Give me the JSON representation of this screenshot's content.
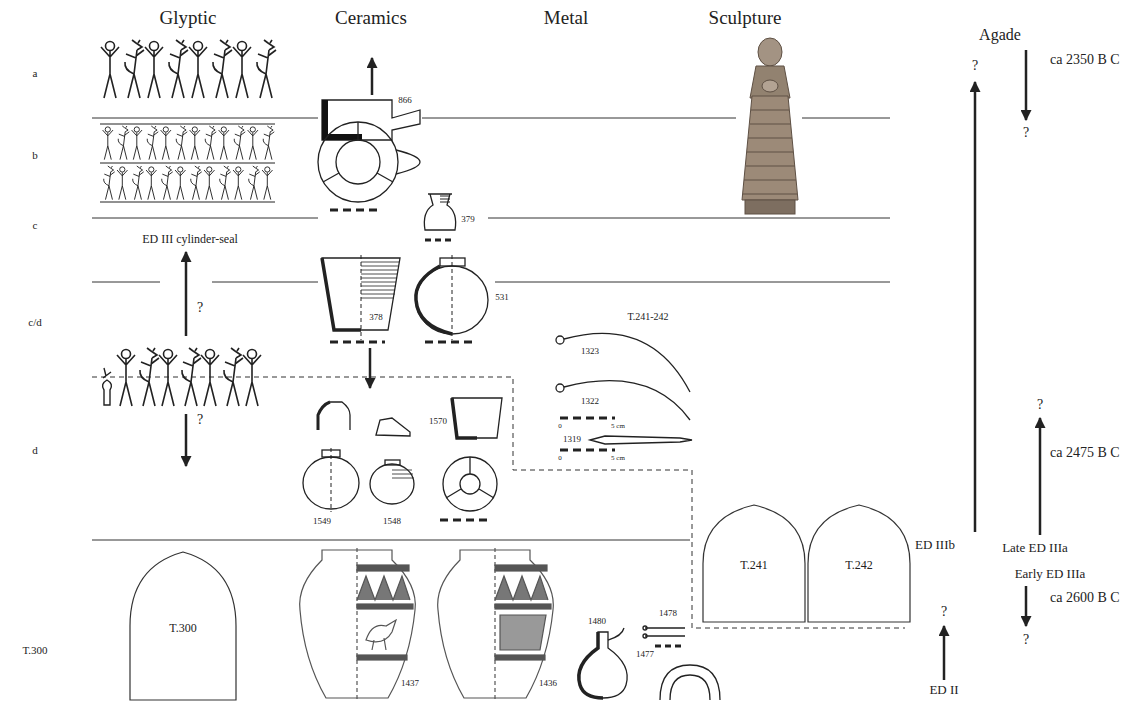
{
  "diagram": {
    "nodes": [
      {
        "text": [
          "T.241"
        ]
      },
      {
        "text": [
          "T.242"
        ]
      },
      {
        "text": [
          "T.300"
        ]
      }
    ],
    "labels": [
      "Glyptic",
      "Ceramics",
      "Metal",
      "Sculpture",
      "Agade",
      "ca 2350 B C",
      "a",
      "?",
      "866",
      "?",
      "b",
      "379",
      "c",
      "ED III cylinder-seal",
      "?",
      "531",
      "c/d",
      "378",
      "T.241-242",
      "1323",
      "1322",
      "0",
      "5 cm",
      "?",
      "?",
      "1570",
      "1319",
      "0",
      "5 cm",
      "d",
      "ca 2475 B C",
      "1549",
      "1548",
      "ED IIIb",
      "Late ED IIIa",
      "Early ED IIIa",
      "ca 2600 B C",
      "1480",
      "1478",
      "?",
      "?",
      "T.300",
      "1477",
      "1437",
      "1436",
      "ED II"
    ]
  }
}
